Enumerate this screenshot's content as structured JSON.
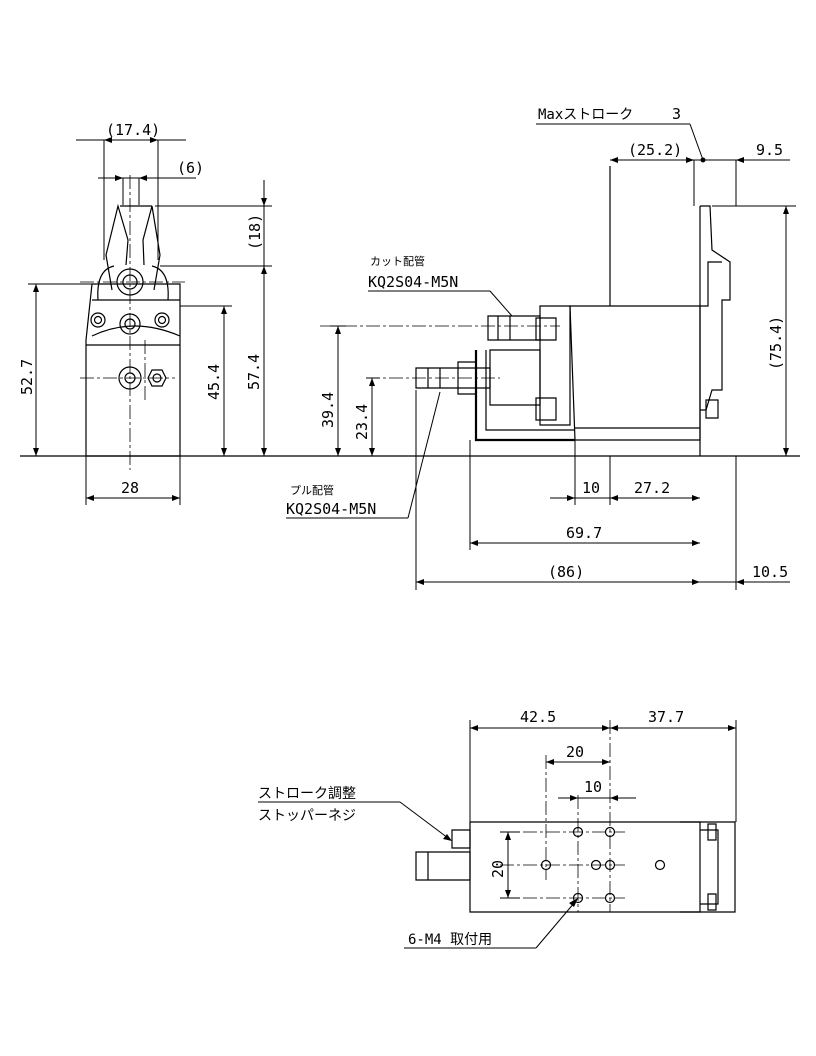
{
  "front_view": {
    "dimensions": {
      "top_width": "(17.4)",
      "jaw_gap": "(6)",
      "jaw_height": "(18)",
      "left_height": "52.7",
      "mid_height": "45.4",
      "right_height": "57.4",
      "base_width": "28"
    }
  },
  "side_view": {
    "max_stroke_label": "Maxストローク",
    "max_stroke_value": "3",
    "dimensions": {
      "top_left": "(25.2)",
      "top_right": "9.5",
      "right_height": "(75.4)",
      "left_upper_height": "39.4",
      "left_lower_height": "23.4",
      "bottom_a": "10",
      "bottom_b": "27.2",
      "bottom_c": "69.7",
      "bottom_total": "(86)",
      "bottom_right": "10.5"
    },
    "cut_port": {
      "label": "カット配管",
      "part": "KQ2S04-M5N"
    },
    "pull_port": {
      "label": "プル配管",
      "part": "KQ2S04-M5N"
    }
  },
  "bottom_view": {
    "dimensions": {
      "width_left": "42.5",
      "width_right": "37.7",
      "hole_pitch_20": "20",
      "hole_pitch_10": "10",
      "vertical_20": "20"
    },
    "stroke_screw": {
      "line1": "ストローク調整",
      "line2": "ストッパーネジ"
    },
    "mount": {
      "label": "6-M4 取付用"
    }
  }
}
